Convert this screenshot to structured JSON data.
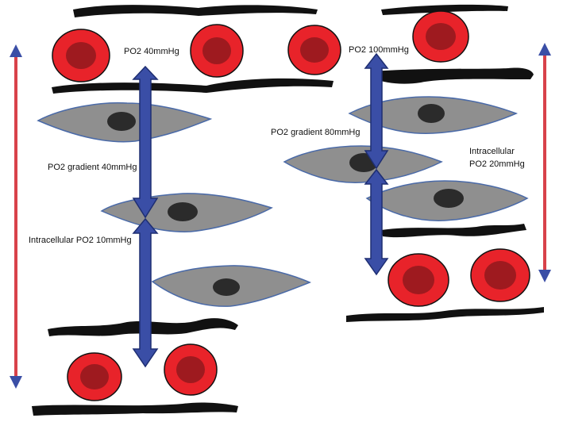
{
  "labels": {
    "left_top_po2": "PO2 40mmHg",
    "left_gradient": "PO2 gradient  40mmHg",
    "left_intracellular": "Intracellular PO2 10mmHg",
    "right_top_po2": "PO2 100mmHg",
    "right_gradient": "PO2 gradient  80mmHg",
    "right_intracellular_line1": "Intracellular",
    "right_intracellular_line2": "PO2 20mmHg"
  },
  "colors": {
    "rbc_outer": "#e8232a",
    "rbc_inner": "#9e1a1f",
    "cell_fill": "#8f8f8f",
    "cell_stroke": "#4a6aa8",
    "nucleus": "#2b2b2b",
    "arrow_fill": "#3a4ea6",
    "arrow_stroke": "#1e2e72",
    "side_arrow": "#d8424a",
    "vessel_wall": "#111111"
  }
}
